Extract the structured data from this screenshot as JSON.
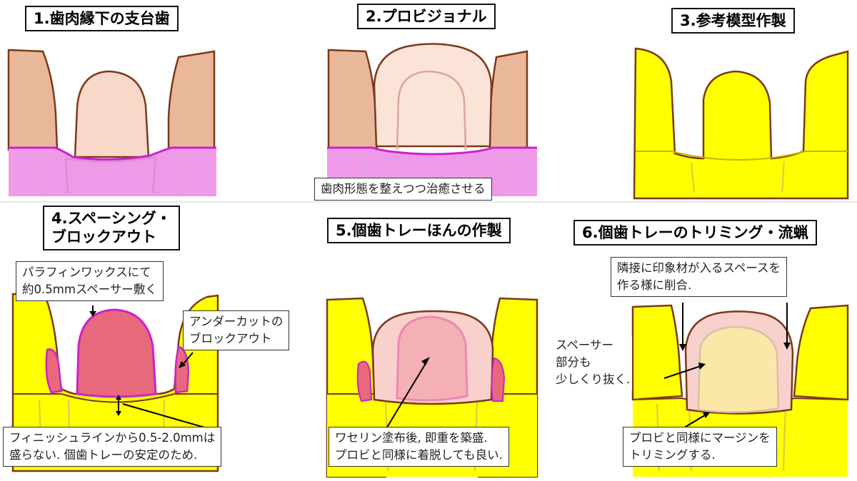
{
  "panels": {
    "p1": {
      "title": "1.歯肉縁下の支台歯"
    },
    "p2": {
      "title": "2.プロビジョナル",
      "note": "歯肉形態を整えつつ治癒させる"
    },
    "p3": {
      "title": "3.参考模型作製"
    },
    "p4": {
      "title_lines": [
        "4.スペーシング・",
        "ブロックアウト"
      ],
      "note_paraffin": [
        "パラフィンワックスにて",
        "約0.5mmスペーサー敷く"
      ],
      "note_undercut": [
        "アンダーカットの",
        "ブロックアウト"
      ],
      "note_finish": [
        "フィニッシュラインから0.5-2.0mmは",
        "盛らない. 個歯トレーの安定のため."
      ]
    },
    "p5": {
      "title": "5.個歯トレーほんの作製",
      "note": [
        "ワセリン塗布後, 即重を築盛.",
        "プロビと同様に着脱しても良い."
      ]
    },
    "p6": {
      "title": "6.個歯トレーのトリミング・流蝋",
      "note_space": [
        "隣接に印象材が入るスペースを",
        "作る様に削合."
      ],
      "note_spacer": [
        "スペーサー",
        "部分も",
        "少しくり抜く."
      ],
      "note_margin": [
        "プロビと同様にマージンを",
        "トリミングする."
      ]
    }
  },
  "colors": {
    "gingiva": "#ee9ae8",
    "gingiva_line": "#cc22cc",
    "tooth": "#f8d8c8",
    "adjacent_tooth": "#e9b89b",
    "outline": "#7a3a1a",
    "stone": "#ffff00",
    "wax": "#e8687c",
    "tray": "#f8d0cc"
  }
}
